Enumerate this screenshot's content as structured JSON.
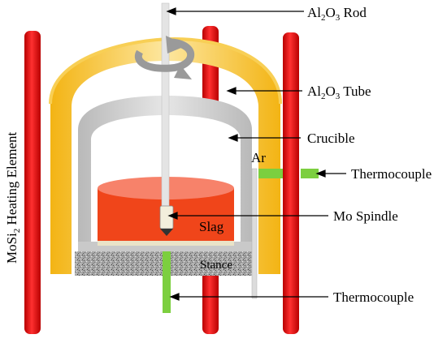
{
  "labels": {
    "rod": {
      "pre": "Al",
      "s1": "2",
      "mid": "O",
      "s2": "3",
      "post": " Rod"
    },
    "tube": {
      "pre": "Al",
      "s1": "2",
      "mid": "O",
      "s2": "3",
      "post": " Tube"
    },
    "crucible": "Crucible",
    "argon": "Ar",
    "thermocouple_top": "Thermocouple",
    "spindle": "Mo Spindle",
    "slag": "Slag",
    "stance": "Stance",
    "thermocouple_bottom": "Thermocouple",
    "heating": {
      "pre": "MoSi",
      "sub": "2",
      "post": " Heating Element"
    }
  },
  "colors": {
    "heating_element": "#ee1111",
    "tube": "#f6c430",
    "tube_light": "#fbe28a",
    "crucible": "#c8c8c8",
    "slag": "#f04a1e",
    "slag_top": "#f7826a",
    "thermocouple": "#7ccf3f",
    "rod": "#e4e4e4",
    "spindle": "#f2eedc",
    "stance": "#9a9a9a",
    "arrow": "#9a9a9a"
  }
}
